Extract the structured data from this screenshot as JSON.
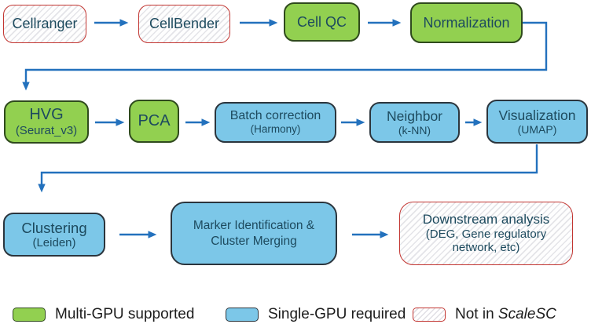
{
  "palette": {
    "arrow_blue": "#2371bd",
    "multi_gpu_fill": "#92d050",
    "multi_gpu_border": "#2f4a1d",
    "single_gpu_fill": "#7cc7e8",
    "single_gpu_border": "#2b353d",
    "not_in_scalesc_border": "#c23531",
    "hatch_line": "#e4e4e8",
    "node_text": "#1d4a5e",
    "legend_text": "#1c1c1c"
  },
  "flow": {
    "rows": [
      [
        {
          "label": "Cellranger",
          "type": "not-in-scalesc"
        },
        {
          "label": "CellBender",
          "type": "not-in-scalesc"
        },
        {
          "label": "Cell QC",
          "type": "multi-gpu"
        },
        {
          "label": "Normalization",
          "type": "multi-gpu"
        }
      ],
      [
        {
          "label": "HVG",
          "sublabel": "(Seurat_v3)",
          "type": "multi-gpu"
        },
        {
          "label": "PCA",
          "type": "multi-gpu"
        },
        {
          "label": "Batch correction",
          "sublabel": "(Harmony)",
          "type": "single-gpu"
        },
        {
          "label": "Neighbor",
          "sublabel": "(k-NN)",
          "type": "single-gpu"
        },
        {
          "label": "Visualization",
          "sublabel": "(UMAP)",
          "type": "single-gpu"
        }
      ],
      [
        {
          "label": "Clustering",
          "sublabel": "(Leiden)",
          "type": "single-gpu"
        },
        {
          "label": "Marker Identification & Cluster Merging",
          "type": "single-gpu"
        },
        {
          "label": "Downstream analysis",
          "sublabel": "(DEG, Gene regulatory network, etc)",
          "type": "not-in-scalesc"
        }
      ]
    ]
  },
  "legend": {
    "items": [
      {
        "swatch": "green",
        "label": "Multi-GPU supported"
      },
      {
        "swatch": "blue",
        "label": "Single-GPU required"
      },
      {
        "swatch": "hatched",
        "label_prefix": "Not in ",
        "label_name": "ScaleSC"
      }
    ]
  }
}
